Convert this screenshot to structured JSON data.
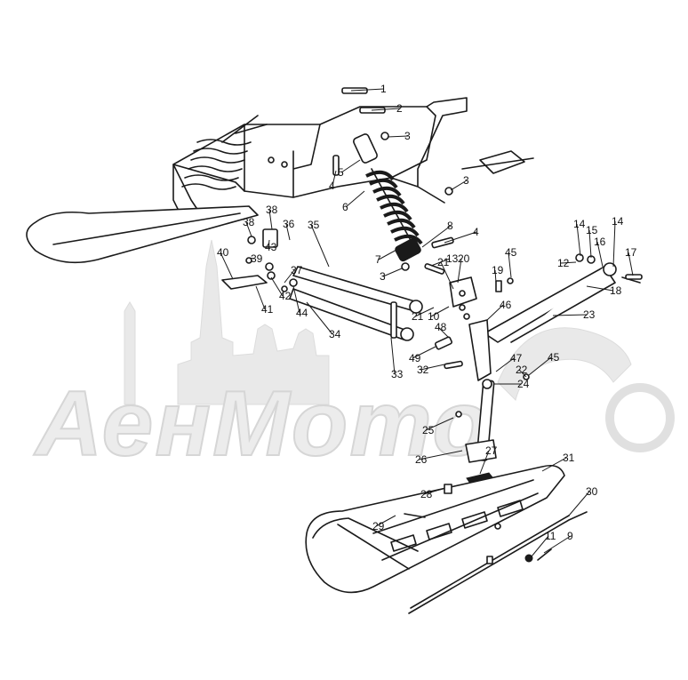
{
  "watermark": {
    "text": "АенМото"
  },
  "callouts": [
    {
      "id": "c1",
      "label": "1"
    },
    {
      "id": "c2",
      "label": "2"
    },
    {
      "id": "c3a",
      "label": "3"
    },
    {
      "id": "c3b",
      "label": "3"
    },
    {
      "id": "c3c",
      "label": "3"
    },
    {
      "id": "c4a",
      "label": "4"
    },
    {
      "id": "c4b",
      "label": "4"
    },
    {
      "id": "c5",
      "label": "5"
    },
    {
      "id": "c6",
      "label": "6"
    },
    {
      "id": "c7",
      "label": "7"
    },
    {
      "id": "c8",
      "label": "8"
    },
    {
      "id": "c9",
      "label": "9"
    },
    {
      "id": "c10",
      "label": "10"
    },
    {
      "id": "c11",
      "label": "11"
    },
    {
      "id": "c12",
      "label": "12"
    },
    {
      "id": "c13",
      "label": "13"
    },
    {
      "id": "c14a",
      "label": "14"
    },
    {
      "id": "c14b",
      "label": "14"
    },
    {
      "id": "c15",
      "label": "15"
    },
    {
      "id": "c16",
      "label": "16"
    },
    {
      "id": "c17",
      "label": "17"
    },
    {
      "id": "c18",
      "label": "18"
    },
    {
      "id": "c19",
      "label": "19"
    },
    {
      "id": "c20",
      "label": "20"
    },
    {
      "id": "c21a",
      "label": "21"
    },
    {
      "id": "c21b",
      "label": "21"
    },
    {
      "id": "c22",
      "label": "22"
    },
    {
      "id": "c23",
      "label": "23"
    },
    {
      "id": "c24",
      "label": "24"
    },
    {
      "id": "c25",
      "label": "25"
    },
    {
      "id": "c26",
      "label": "26"
    },
    {
      "id": "c27",
      "label": "27"
    },
    {
      "id": "c28",
      "label": "28"
    },
    {
      "id": "c29",
      "label": "29"
    },
    {
      "id": "c30",
      "label": "30"
    },
    {
      "id": "c31",
      "label": "31"
    },
    {
      "id": "c32",
      "label": "32"
    },
    {
      "id": "c33",
      "label": "33"
    },
    {
      "id": "c34",
      "label": "34"
    },
    {
      "id": "c35",
      "label": "35"
    },
    {
      "id": "c36",
      "label": "36"
    },
    {
      "id": "c37",
      "label": "37"
    },
    {
      "id": "c38a",
      "label": "38"
    },
    {
      "id": "c38b",
      "label": "38"
    },
    {
      "id": "c39",
      "label": "39"
    },
    {
      "id": "c40",
      "label": "40"
    },
    {
      "id": "c41",
      "label": "41"
    },
    {
      "id": "c42",
      "label": "42"
    },
    {
      "id": "c43",
      "label": "43"
    },
    {
      "id": "c44",
      "label": "44"
    },
    {
      "id": "c45a",
      "label": "45"
    },
    {
      "id": "c45b",
      "label": "45"
    },
    {
      "id": "c46",
      "label": "46"
    },
    {
      "id": "c47",
      "label": "47"
    },
    {
      "id": "c48",
      "label": "48"
    },
    {
      "id": "c49",
      "label": "49"
    }
  ]
}
